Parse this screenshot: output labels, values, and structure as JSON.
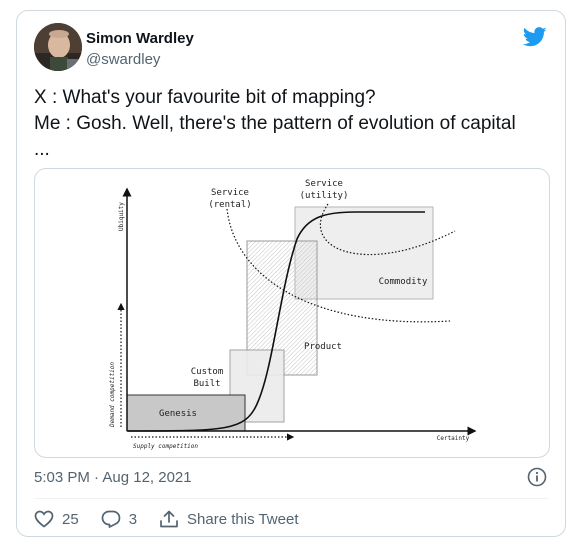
{
  "author": {
    "name": "Simon Wardley",
    "handle": "@swardley"
  },
  "tweet": {
    "lines": [
      "X : What's your favourite bit of mapping?",
      "Me : Gosh. Well, there's the pattern of evolution of capital",
      "..."
    ]
  },
  "figure": {
    "axis_y_top": "Ubiquity",
    "axis_y_bottom": "Demand competition",
    "axis_x_left": "Supply competition",
    "axis_x_right": "Certainty",
    "label_service_rental": [
      "Service",
      "(rental)"
    ],
    "label_service_utility": [
      "Service",
      "(utility)"
    ],
    "label_commodity": "Commodity",
    "label_product": "Product",
    "label_custom_built": [
      "Custom",
      "Built"
    ],
    "label_genesis": "Genesis"
  },
  "meta": {
    "timestamp": "5:03 PM · Aug 12, 2021"
  },
  "actions": {
    "likes": "25",
    "replies": "3",
    "share_label": "Share this Tweet"
  },
  "colors": {
    "twitter_blue": "#1d9bf0",
    "text_secondary": "#536471",
    "border": "#cfd9de"
  }
}
